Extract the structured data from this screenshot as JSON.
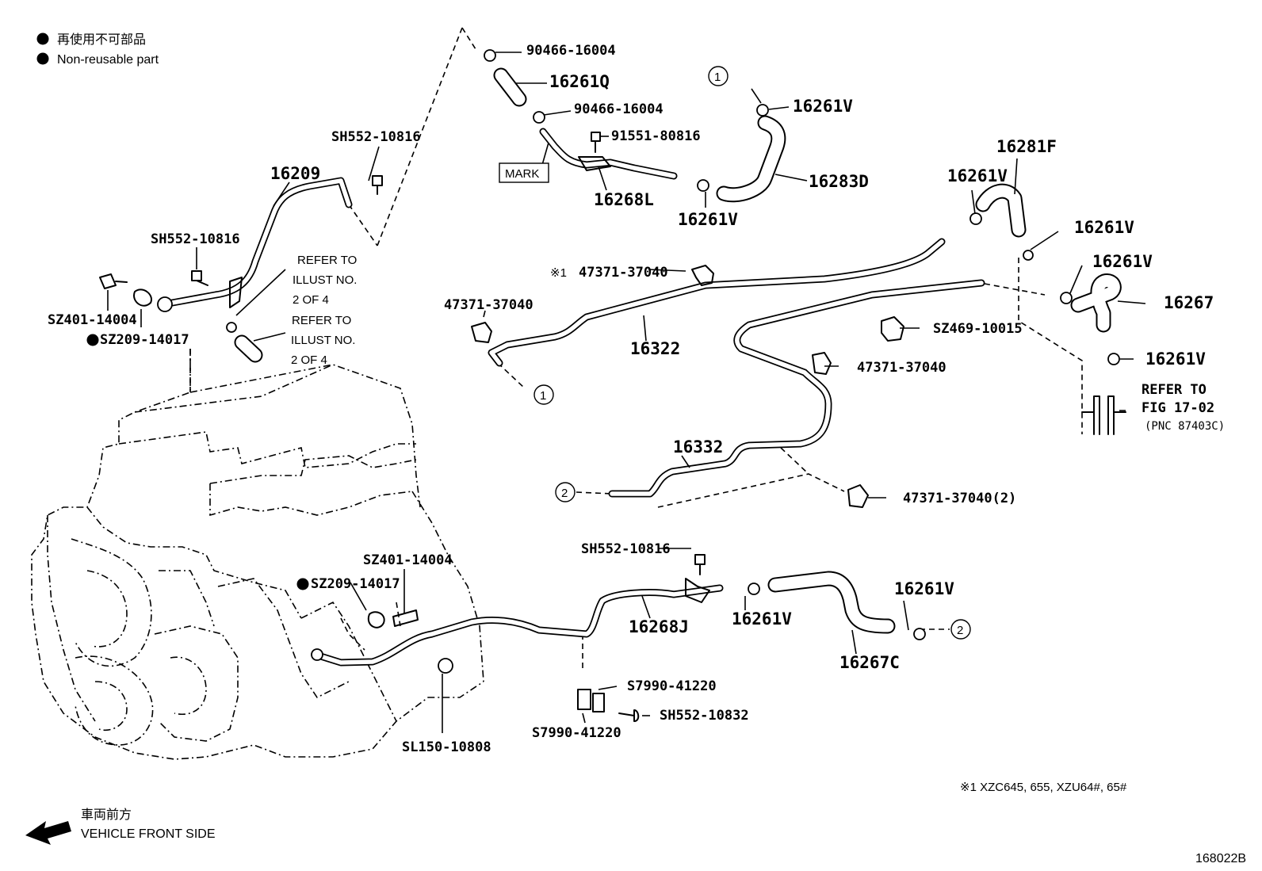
{
  "legend": {
    "line_jp": "再使用不可部品",
    "line_en": "Non-reusable part"
  },
  "parts": {
    "p_90466_a": "90466-16004",
    "p_16261Q": "16261Q",
    "p_90466_b": "90466-16004",
    "p_91551": "91551-80816",
    "p_mark": "MARK",
    "p_16268L": "16268L",
    "p_16261V_top": "16261V",
    "p_16283D": "16283D",
    "p_16261V_mid": "16261V",
    "p_16281F": "16281F",
    "p_16261V_r1": "16261V",
    "p_16261V_r2": "16261V",
    "p_16267": "16267",
    "p_16261V_r3": "16261V",
    "p_16261V_b": "16261V",
    "p_SH552_top": "SH552-10816",
    "p_16209": "16209",
    "p_SH552_left": "SH552-10816",
    "p_SZ401_left": "SZ401-14004",
    "p_SZ209_left": "SZ209-14017",
    "p_47371_star": "47371-37040",
    "p_47371_left": "47371-37040",
    "p_16322": "16322",
    "p_SZ469": "SZ469-10015",
    "p_47371_mid": "47371-37040",
    "p_16332": "16332",
    "p_47371_2": "47371-37040(2)",
    "p_SH552_bot": "SH552-10816",
    "p_SZ401_bot": "SZ401-14004",
    "p_SZ209_bot": "SZ209-14017",
    "p_16268J": "16268J",
    "p_16261V_bot": "16261V",
    "p_16261V_br": "16261V",
    "p_16267C": "16267C",
    "p_S7990_a": "S7990-41220",
    "p_SH552_10832": "SH552-10832",
    "p_S7990_b": "S7990-41220",
    "p_SL150": "SL150-10808"
  },
  "refs": {
    "refer_a": [
      "REFER TO",
      "ILLUST NO.",
      "2 OF 4"
    ],
    "refer_b": [
      "REFER TO",
      "ILLUST NO.",
      "2 OF 4"
    ],
    "refer_fig": [
      "REFER TO",
      "FIG 17-02",
      "(PNC 87403C)"
    ],
    "star_mark": "※1",
    "circle_1": "1",
    "circle_2": "2"
  },
  "footnote": "※1  XZC645, 655, XZU64#, 65#",
  "direction": {
    "jp": "車両前方",
    "en": "VEHICLE FRONT SIDE"
  },
  "diagram_id": "168022B"
}
